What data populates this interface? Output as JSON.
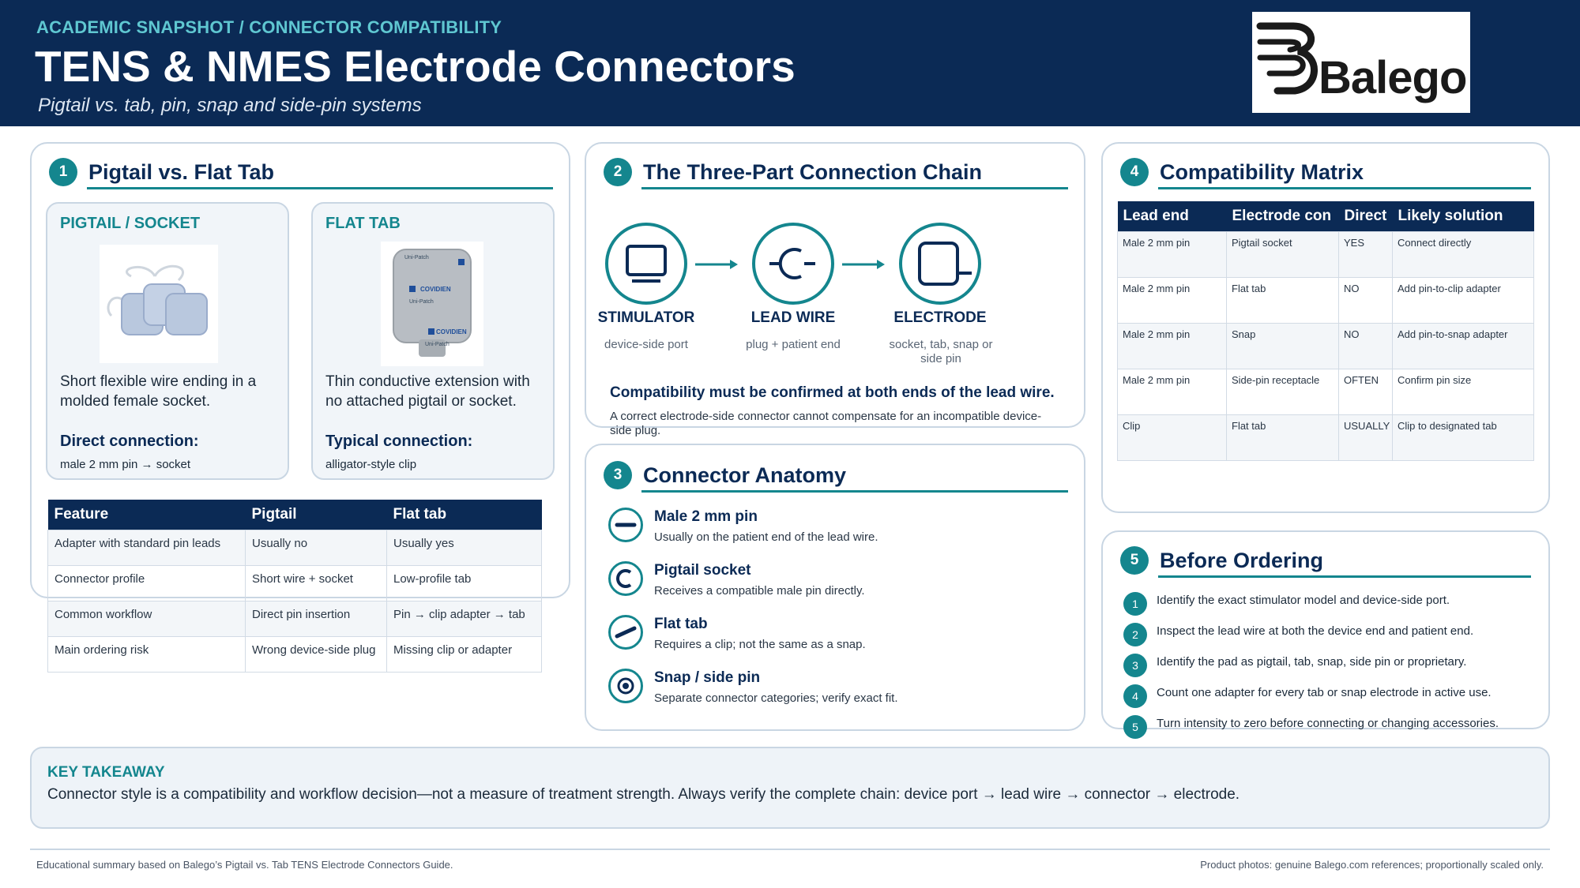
{
  "header": {
    "kicker": "ACADEMIC SNAPSHOT / CONNECTOR COMPATIBILITY",
    "title": "TENS & NMES Electrode Connectors",
    "subtitle": "Pigtail vs. tab, pin, snap and side-pin systems",
    "logo_text": "Balego"
  },
  "section1": {
    "number": "1",
    "title": "Pigtail vs. Flat Tab",
    "pigtail": {
      "title": "PIGTAIL / SOCKET",
      "desc": "Short flexible wire ending in a molded female socket.",
      "label": "Direct connection:",
      "value": "male 2 mm pin → socket"
    },
    "flat_tab": {
      "title": "FLAT TAB",
      "desc": "Thin conductive extension with no attached pigtail or socket.",
      "label": "Typical connection:",
      "value": "alligator-style clip",
      "photo_text": [
        "Uni-Patch",
        "COVIDIEN",
        "Uni-Patch",
        "COVIDIEN",
        "Uni-Patch"
      ]
    },
    "table": {
      "headers": [
        "Feature",
        "Pigtail",
        "Flat tab"
      ],
      "rows": [
        [
          "Adapter with standard pin leads",
          "Usually no",
          "Usually yes"
        ],
        [
          "Connector profile",
          "Short wire + socket",
          "Low-profile tab"
        ],
        [
          "Common workflow",
          "Direct pin insertion",
          "Pin → clip adapter → tab"
        ],
        [
          "Main ordering risk",
          "Wrong device-side plug",
          "Missing clip or adapter"
        ]
      ]
    }
  },
  "section2": {
    "number": "2",
    "title": "The Three-Part Connection Chain",
    "nodes": [
      {
        "label": "STIMULATOR",
        "desc": "device-side port",
        "icon": "monitor-icon"
      },
      {
        "label": "LEAD WIRE",
        "desc": "plug + patient end",
        "icon": "lead-wire-icon"
      },
      {
        "label": "ELECTRODE",
        "desc": "socket, tab, snap or side pin",
        "icon": "electrode-icon"
      }
    ],
    "compat_strong": "Compatibility must be confirmed at both ends of the lead wire.",
    "compat_note": "A correct electrode-side connector cannot compensate for an incompatible device-side plug."
  },
  "section3": {
    "number": "3",
    "title": "Connector Anatomy",
    "items": [
      {
        "title": "Male 2 mm pin",
        "desc": "Usually on the patient end of the lead wire.",
        "icon": "pin-icon"
      },
      {
        "title": "Pigtail socket",
        "desc": "Receives a compatible male pin directly.",
        "icon": "socket-icon"
      },
      {
        "title": "Flat tab",
        "desc": "Requires a clip; not the same as a snap.",
        "icon": "tab-icon"
      },
      {
        "title": "Snap / side pin",
        "desc": "Separate connector categories; verify exact fit.",
        "icon": "snap-icon"
      }
    ]
  },
  "section4": {
    "number": "4",
    "title": "Compatibility Matrix",
    "headers": [
      "Lead end",
      "Electrode con",
      "Direct",
      "Likely solution"
    ],
    "rows": [
      [
        "Male 2 mm pin",
        "Pigtail socket",
        "YES",
        "Connect directly"
      ],
      [
        "Male 2 mm pin",
        "Flat tab",
        "NO",
        "Add pin-to-clip adapter"
      ],
      [
        "Male 2 mm pin",
        "Snap",
        "NO",
        "Add pin-to-snap adapter"
      ],
      [
        "Male 2 mm pin",
        "Side-pin receptacle",
        "OFTEN",
        "Confirm pin size"
      ],
      [
        "Clip",
        "Flat tab",
        "USUALLY",
        "Clip to designated tab"
      ]
    ],
    "status_colors": {
      "YES": "#14868e",
      "NO": "#c0392b",
      "OFTEN": "#14868e",
      "USUALLY": "#14868e"
    }
  },
  "section5": {
    "number": "5",
    "title": "Before Ordering",
    "steps": [
      {
        "n": "1",
        "text": "Identify the exact stimulator model and device-side port."
      },
      {
        "n": "2",
        "text": "Inspect the lead wire at both the device end and patient end."
      },
      {
        "n": "3",
        "text": "Identify the pad as pigtail, tab, snap, side pin or proprietary."
      },
      {
        "n": "4",
        "text": "Count one adapter for every tab or snap electrode in active use."
      },
      {
        "n": "5",
        "text": "Turn intensity to zero before connecting or changing accessories."
      }
    ]
  },
  "takeaway": {
    "title": "KEY TAKEAWAY",
    "text": "Connector style is a compatibility and workflow decision—not a measure of treatment strength. Always verify the complete chain: device port → lead wire → connector → electrode."
  },
  "footer": {
    "left": "Educational summary based on Balego’s Pigtail vs. Tab TENS Electrode Connectors Guide.",
    "right": "Product photos: genuine Balego.com references; proportionally scaled only."
  },
  "colors": {
    "navy": "#0b2a55",
    "teal": "#14868e",
    "accent_light": "#5fc7d1",
    "no_red": "#c0392b"
  }
}
